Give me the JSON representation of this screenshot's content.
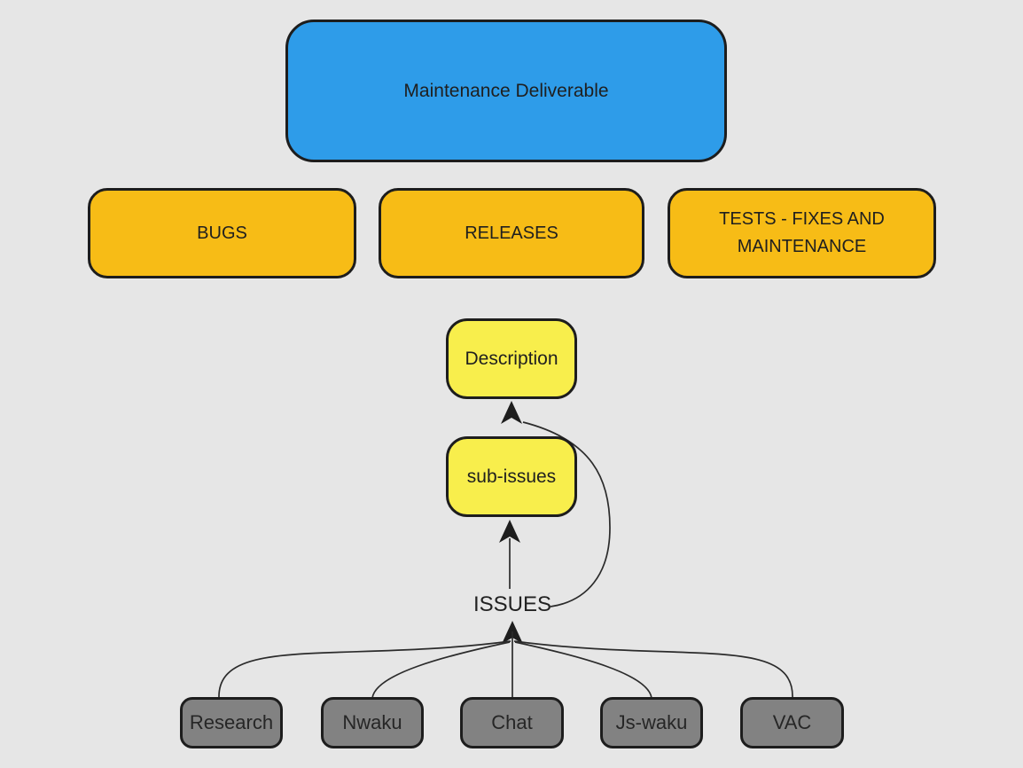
{
  "canvas": {
    "background": "#e6e6e6",
    "edge_color": "#2b2b2b",
    "border_color": "#1d1d1d"
  },
  "nodes": {
    "root": {
      "label": "Maintenance Deliverable",
      "fill": "#2e9ce9"
    },
    "bugs": {
      "label": "BUGS",
      "fill": "#f7bc16"
    },
    "releases": {
      "label": "RELEASES",
      "fill": "#f7bc16"
    },
    "tests": {
      "label": "TESTS - FIXES AND MAINTENANCE",
      "fill": "#f7bc16"
    },
    "description": {
      "label": "Description",
      "fill": "#f8ee4c"
    },
    "sub_issues": {
      "label": "sub-issues",
      "fill": "#f8ee4c"
    },
    "issues": {
      "label": "ISSUES"
    },
    "research": {
      "label": "Research",
      "fill": "#828282"
    },
    "nwaku": {
      "label": "Nwaku",
      "fill": "#828282"
    },
    "chat": {
      "label": "Chat",
      "fill": "#828282"
    },
    "js_waku": {
      "label": "Js-waku",
      "fill": "#828282"
    },
    "vac": {
      "label": "VAC",
      "fill": "#828282"
    }
  }
}
